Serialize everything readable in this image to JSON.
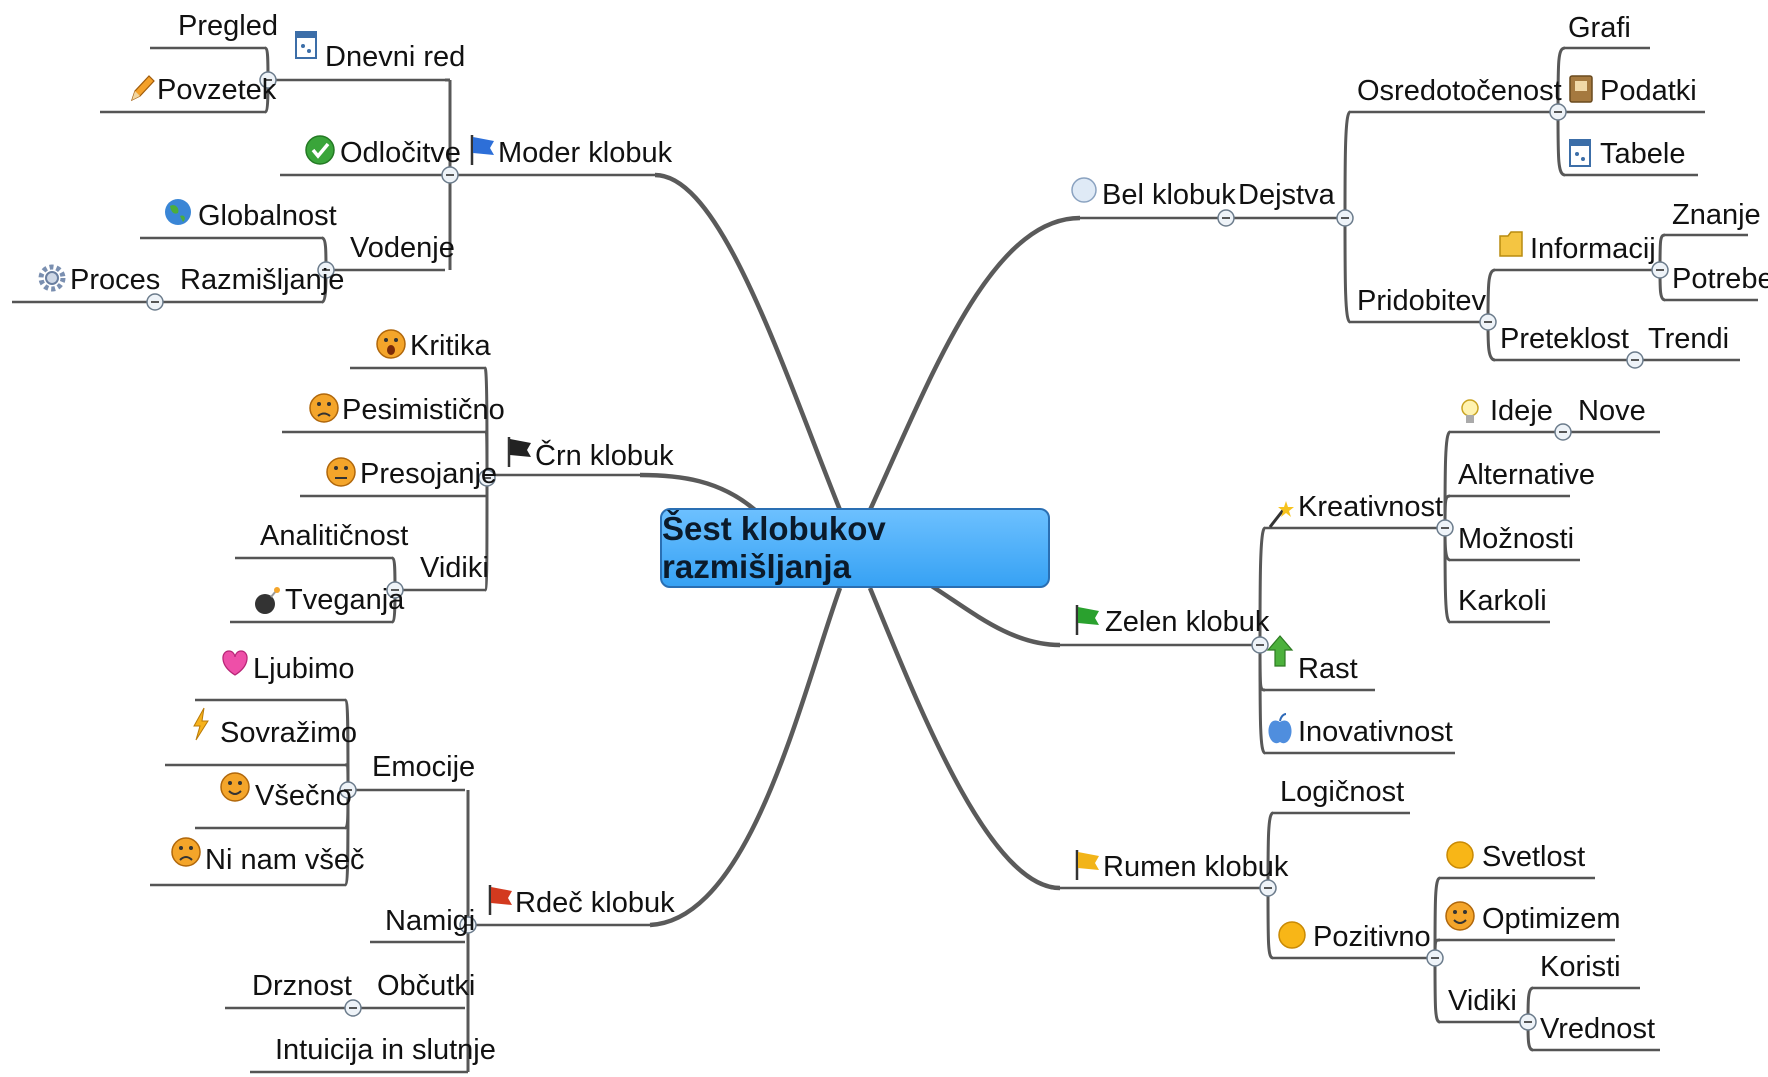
{
  "central": "Šest klobukov razmišljanja",
  "nodes": {
    "pregled": "Pregled",
    "dnevni_red": "Dnevni red",
    "povzetek": "Povzetek",
    "odlocitve": "Odločitve",
    "moder_klobuk": "Moder klobuk",
    "globalnost": "Globalnost",
    "vodenje": "Vodenje",
    "proces": "Proces",
    "razmisljanje": "Razmišljanje",
    "kritika": "Kritika",
    "pesimisticno": "Pesimistično",
    "presojanje": "Presojanje",
    "crn_klobuk": "Črn klobuk",
    "analiticnost": "Analitičnost",
    "vidiki_crn": "Vidiki",
    "tveganja": "Tveganja",
    "ljubimo": "Ljubimo",
    "sovrazimo": "Sovražimo",
    "emocije": "Emocije",
    "vsecno": "Všečno",
    "ni_nam_vsec": "Ni nam všeč",
    "namigi": "Namigi",
    "rdec_klobuk": "Rdeč klobuk",
    "drznost": "Drznost",
    "obcutki": "Občutki",
    "intuicija": "Intuicija in slutnje",
    "grafi": "Grafi",
    "osredotocenost": "Osredotočenost",
    "podatki": "Podatki",
    "tabele": "Tabele",
    "bel_klobuk": "Bel klobuk",
    "dejstva": "Dejstva",
    "znanje": "Znanje",
    "informacij": "Informacij",
    "potrebe": "Potrebe",
    "pridobitev": "Pridobitev",
    "preteklost": "Preteklost",
    "trendi": "Trendi",
    "ideje": "Ideje",
    "nove": "Nove",
    "alternative": "Alternative",
    "kreativnost": "Kreativnost",
    "moznosti": "Možnosti",
    "karkoli": "Karkoli",
    "zelen_klobuk": "Zelen klobuk",
    "rast": "Rast",
    "inovativnost": "Inovativnost",
    "logicnost": "Logičnost",
    "rumen_klobuk": "Rumen klobuk",
    "svetlost": "Svetlost",
    "pozitivno": "Pozitivno",
    "optimizem": "Optimizem",
    "vidiki_rumen": "Vidiki",
    "koristi": "Koristi",
    "vrednost": "Vrednost"
  },
  "icons": {
    "dnevni_red": "document-icon",
    "povzetek": "pencil-icon",
    "odlocitve": "checkmark-icon",
    "moder_klobuk": "blue-flag-icon",
    "globalnost": "globe-icon",
    "proces": "gear-icon",
    "kritika": "surprised-face-icon",
    "pesimisticno": "sad-face-icon",
    "presojanje": "neutral-face-icon",
    "crn_klobuk": "black-flag-icon",
    "tveganja": "bomb-icon",
    "ljubimo": "heart-icon",
    "sovrazimo": "lightning-icon",
    "vsecno": "smiley-face-icon",
    "ni_nam_vsec": "frown-face-icon",
    "rdec_klobuk": "red-flag-icon",
    "podatki": "book-icon",
    "tabele": "document-icon",
    "bel_klobuk": "white-circle-icon",
    "informacij": "folder-icon",
    "ideje": "lightbulb-icon",
    "kreativnost": "magic-wand-icon",
    "zelen_klobuk": "green-flag-icon",
    "rast": "green-arrow-up-icon",
    "inovativnost": "apple-icon",
    "rumen_klobuk": "yellow-flag-icon",
    "svetlost": "yellow-circle-icon",
    "pozitivno": "yellow-circle-icon",
    "optimizem": "smiley-face-icon"
  },
  "colors": {
    "central_fill": "#4aaef8",
    "central_border": "#2a6fb3",
    "connector": "#585858"
  }
}
